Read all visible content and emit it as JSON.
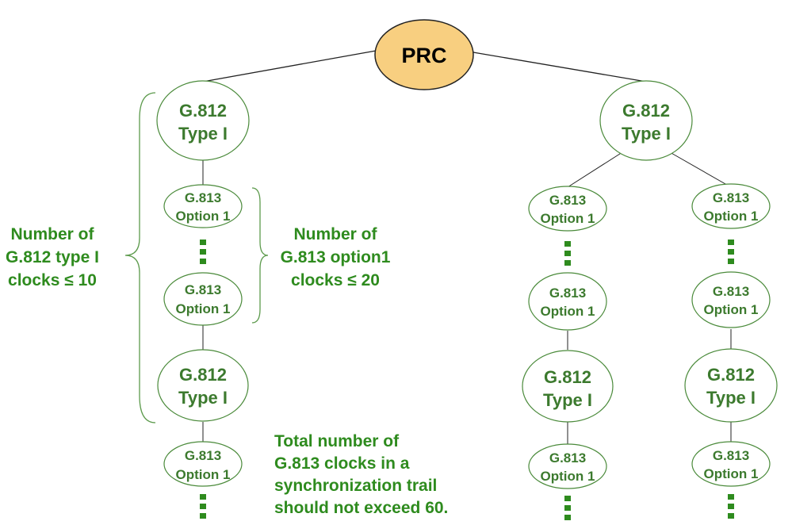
{
  "colors": {
    "node_text": "#3c7a2e",
    "node_stroke": "#4a8a3a",
    "annotation_text": "#2e8b1e",
    "root_fill": "#f8cf80",
    "root_stroke": "#222222",
    "edge": "#222222",
    "brace": "#5c9a4c",
    "ellipsis_dots": "#2e8b1e"
  },
  "root": {
    "label": "PRC"
  },
  "nodes": {
    "g812_line1": "G.812",
    "g812_line2": "Type I",
    "g813_line1": "G.813",
    "g813_line2": "Option 1"
  },
  "annotations": {
    "g812_count": [
      "Number of",
      "G.812 type I",
      "clocks ≤ 10"
    ],
    "g813_count": [
      "Number of",
      "G.813 option1",
      "clocks ≤ 20"
    ],
    "total": [
      "Total number of",
      "G.813 clocks in a",
      "synchronization trail",
      "should not exceed 60."
    ]
  }
}
